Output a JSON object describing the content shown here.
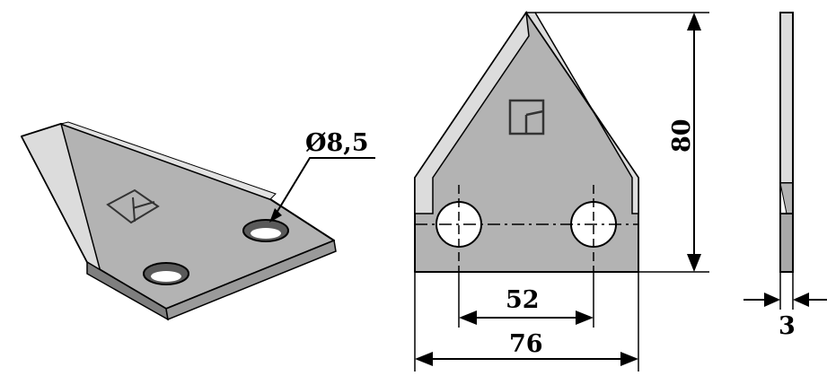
{
  "labels": {
    "hole_diameter": "Ø8,5",
    "height": "80",
    "hole_spacing": "52",
    "width": "76",
    "thickness": "3"
  },
  "colors": {
    "steel_face": "#b0b0b0",
    "steel_bevel": "#d8d8d8",
    "steel_dark": "#8a8a8a",
    "outline": "#000000",
    "background": "#ffffff"
  },
  "icons": {
    "manufacturer_mark": "split-square-logo-icon"
  }
}
